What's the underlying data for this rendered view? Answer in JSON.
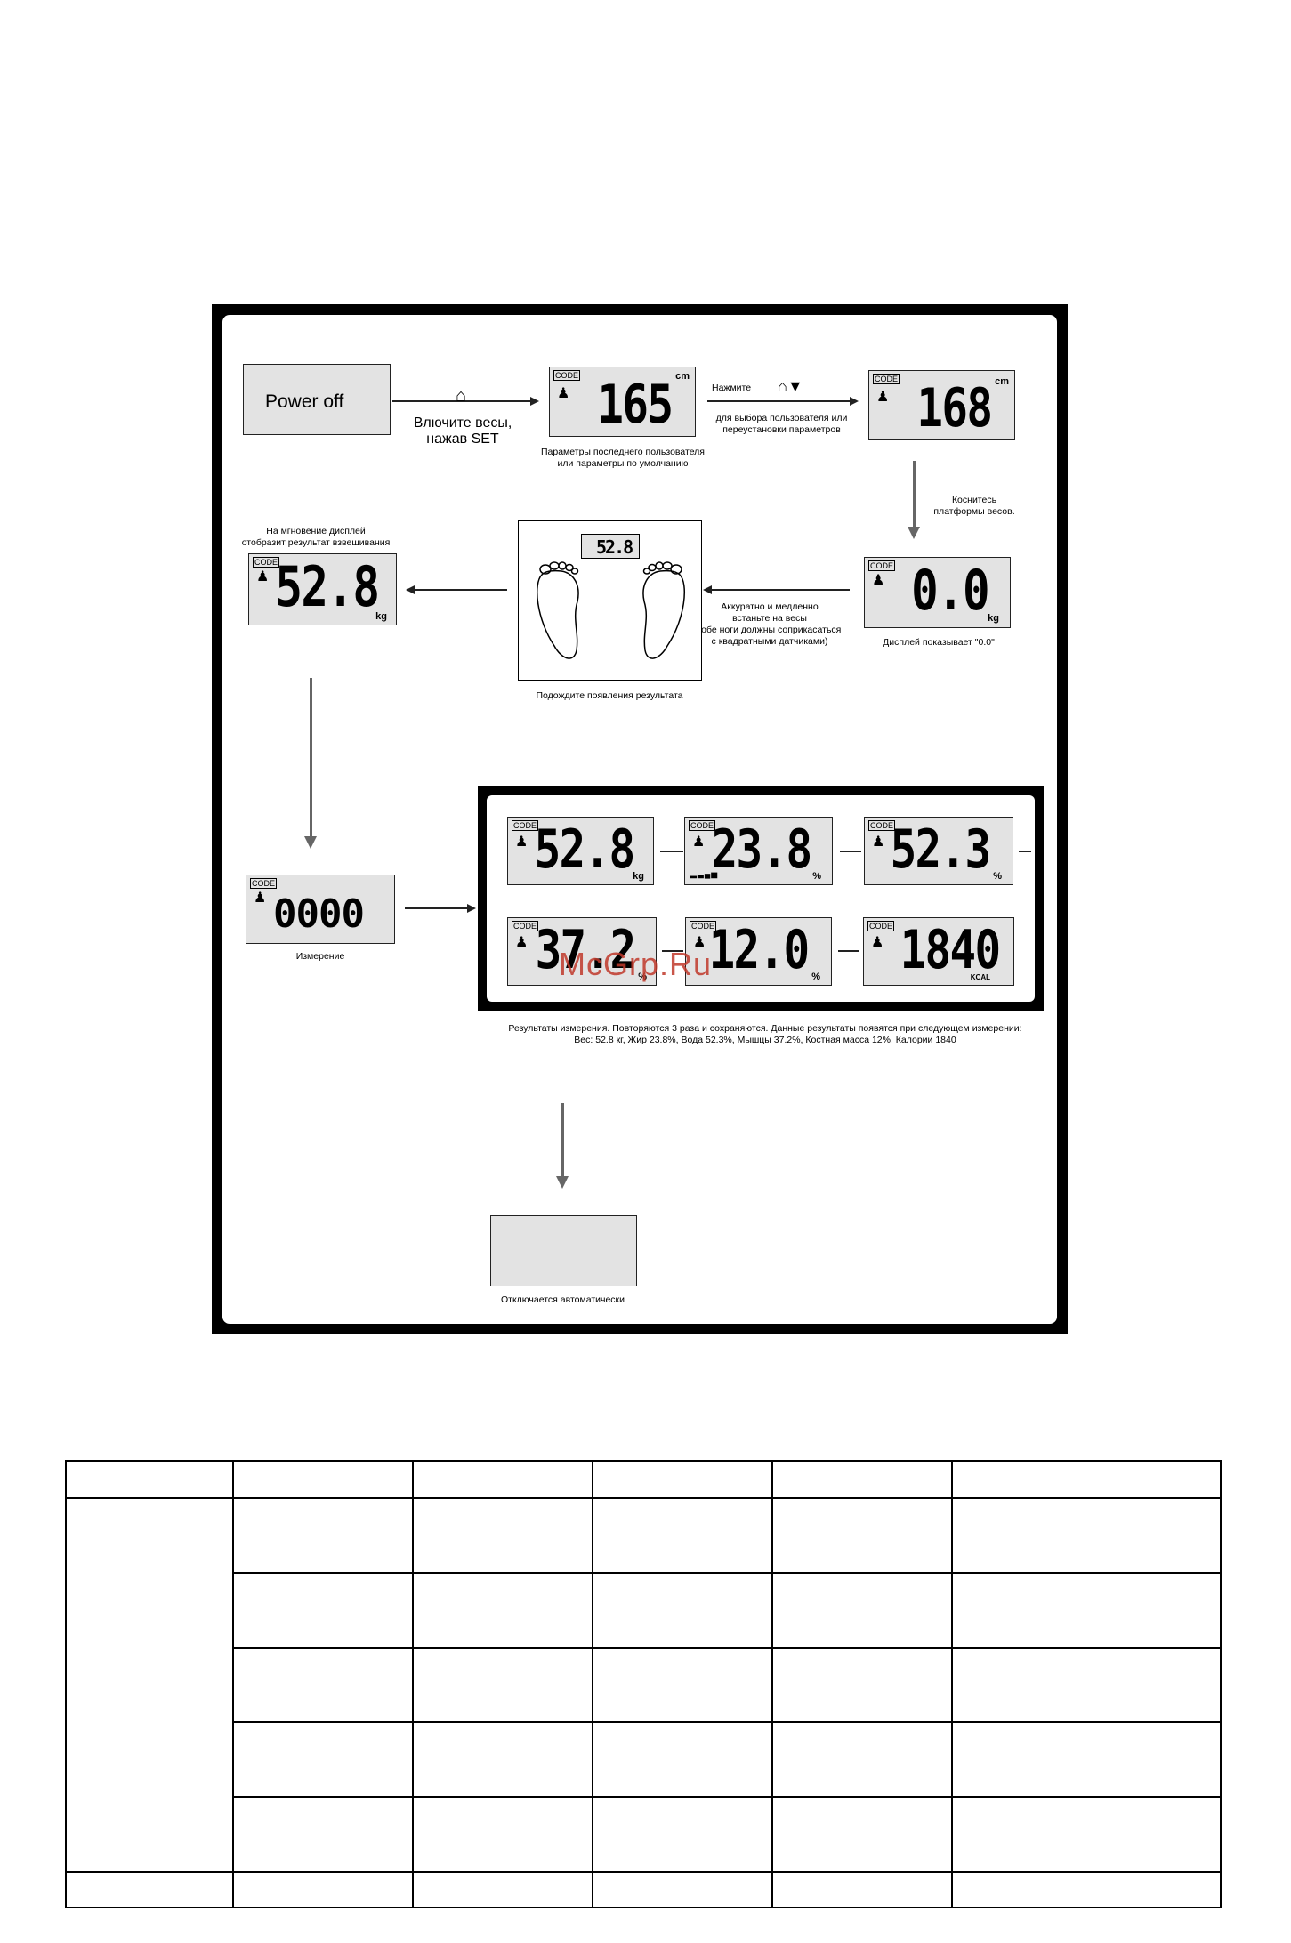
{
  "power_off": {
    "label": "Power off"
  },
  "step1": {
    "caption": "Влючите весы,\nнажав SET"
  },
  "lcd1": {
    "code": "CODE",
    "value": "165",
    "unit": "cm"
  },
  "lcd1_caption": "Параметры последнего пользователя\nили параметры по умолчанию",
  "press": {
    "label": "Нажмите",
    "caption": "для выбора пользователя или\nпереустановки параметров"
  },
  "lcd2": {
    "code": "CODE",
    "value": "168",
    "unit": "cm"
  },
  "touch_caption": "Коснитесь\nплатформы весов.",
  "lcd3": {
    "code": "CODE",
    "value": "0.0",
    "unit": "kg",
    "caption": "Дисплей показывает \"0.0\""
  },
  "stand_caption": "Аккуратно и медленно\nвстаньте на весы\n(обе ноги должны соприкасаться\nс квадратными датчиками)",
  "scale": {
    "display": "52.8",
    "caption": "Подождите появления результата"
  },
  "flash": {
    "caption": "На мгновение дисплей\nотобразит результат взвешивания",
    "code": "CODE",
    "value": "52.8",
    "unit": "kg"
  },
  "measure": {
    "code": "CODE",
    "value": "0000",
    "caption": "Измерение"
  },
  "results": [
    {
      "code": "CODE",
      "value": "52.8",
      "unit": "kg"
    },
    {
      "code": "CODE",
      "value": "23.8",
      "unit": "%"
    },
    {
      "code": "CODE",
      "value": "52.3",
      "unit": "%"
    },
    {
      "code": "CODE",
      "value": "37.2",
      "unit": "%"
    },
    {
      "code": "CODE",
      "value": "12.0",
      "unit": "%"
    },
    {
      "code": "CODE",
      "value": "1840",
      "unit": "KCAL"
    }
  ],
  "results_caption": "Результаты измерения. Повторяются 3 раза и сохраняются. Данные результаты появятся при следующем измерении:\nВес: 52.8 кг, Жир 23.8%, Вода 52.3%, Мышцы 37.2%, Костная масса 12%, Калории 1840",
  "auto_off": {
    "caption": "Отключается автоматически"
  },
  "watermark": "McGrp.Ru"
}
